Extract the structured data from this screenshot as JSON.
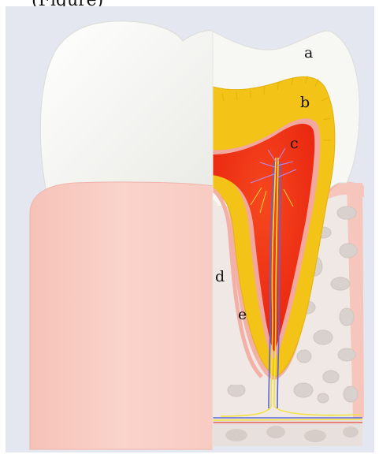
{
  "caption": "(Figure)",
  "colors": {
    "background": "#e4e6f0",
    "enamel": "#f7f7f4",
    "dentin": "#f3c318",
    "pulp": "#ef2d14",
    "gum": "#f8c9c0",
    "bone": "#efe8e4",
    "nerve_yellow": "#f4e23a",
    "nerve_blue": "#5a66d8"
  },
  "labels": [
    {
      "id": "a",
      "text": "a",
      "part": "enamel"
    },
    {
      "id": "b",
      "text": "b",
      "part": "dentin"
    },
    {
      "id": "c",
      "text": "c",
      "part": "pulp"
    },
    {
      "id": "d",
      "text": "d",
      "part": "gum"
    },
    {
      "id": "e",
      "text": "e",
      "part": "root cementum"
    }
  ]
}
